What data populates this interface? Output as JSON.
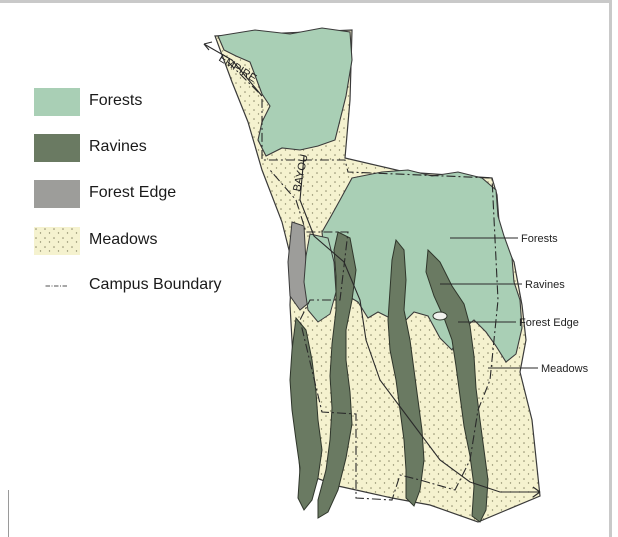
{
  "colors": {
    "forest": "#a9cfb5",
    "ravine": "#6a7a62",
    "forest_edge": "#9d9d9a",
    "meadow": "#f5f2cf",
    "outline": "#3a3a3a"
  },
  "legend": {
    "forests": {
      "label": "Forests",
      "icon": "green-swatch"
    },
    "ravines": {
      "label": "Ravines",
      "icon": "dark-green-swatch"
    },
    "forest_edge": {
      "label": "Forest Edge",
      "icon": "gray-swatch"
    },
    "meadows": {
      "label": "Meadows",
      "icon": "dotted-swatch"
    },
    "boundary": {
      "label": "Campus Boundary",
      "icon": "dash-dot-line"
    }
  },
  "callouts": {
    "forests": "Forests",
    "ravines": "Ravines",
    "forest_edge": "Forest Edge",
    "meadows": "Meadows"
  },
  "roads": {
    "empire": "EMPIRE",
    "bayou": "BAYOU"
  }
}
